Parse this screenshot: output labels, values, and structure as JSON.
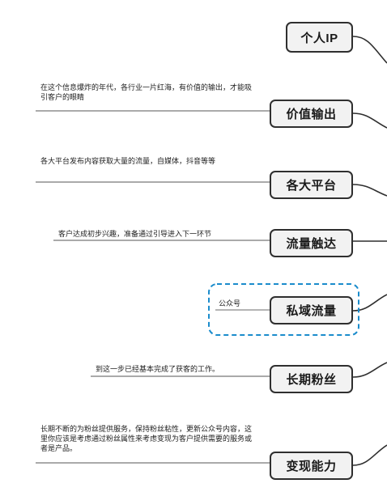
{
  "root_node": {
    "label": "个人IP"
  },
  "branches": [
    {
      "label": "价值输出",
      "note": "在这个信息爆炸的年代，各行业一片红海，有价值的输出，才能吸引客户的眼睛"
    },
    {
      "label": "各大平台",
      "note": "各大平台发布内容获取大量的流量，自媒体，抖音等等"
    },
    {
      "label": "流量触达",
      "note": "客户达成初步兴趣，准备通过引导进入下一环节"
    },
    {
      "label": "私域流量",
      "sub_label": "公众号",
      "highlight_color": "#1b8ccc"
    },
    {
      "label": "长期粉丝",
      "note": "到这一步已经基本完成了获客的工作。"
    },
    {
      "label": "变现能力",
      "note": "长期不断的为粉丝提供服务，保持粉丝粘性，更新公众号内容，这里你应该是考虑通过粉丝属性来考虑变现为客户提供需要的服务或者是产品。"
    }
  ]
}
